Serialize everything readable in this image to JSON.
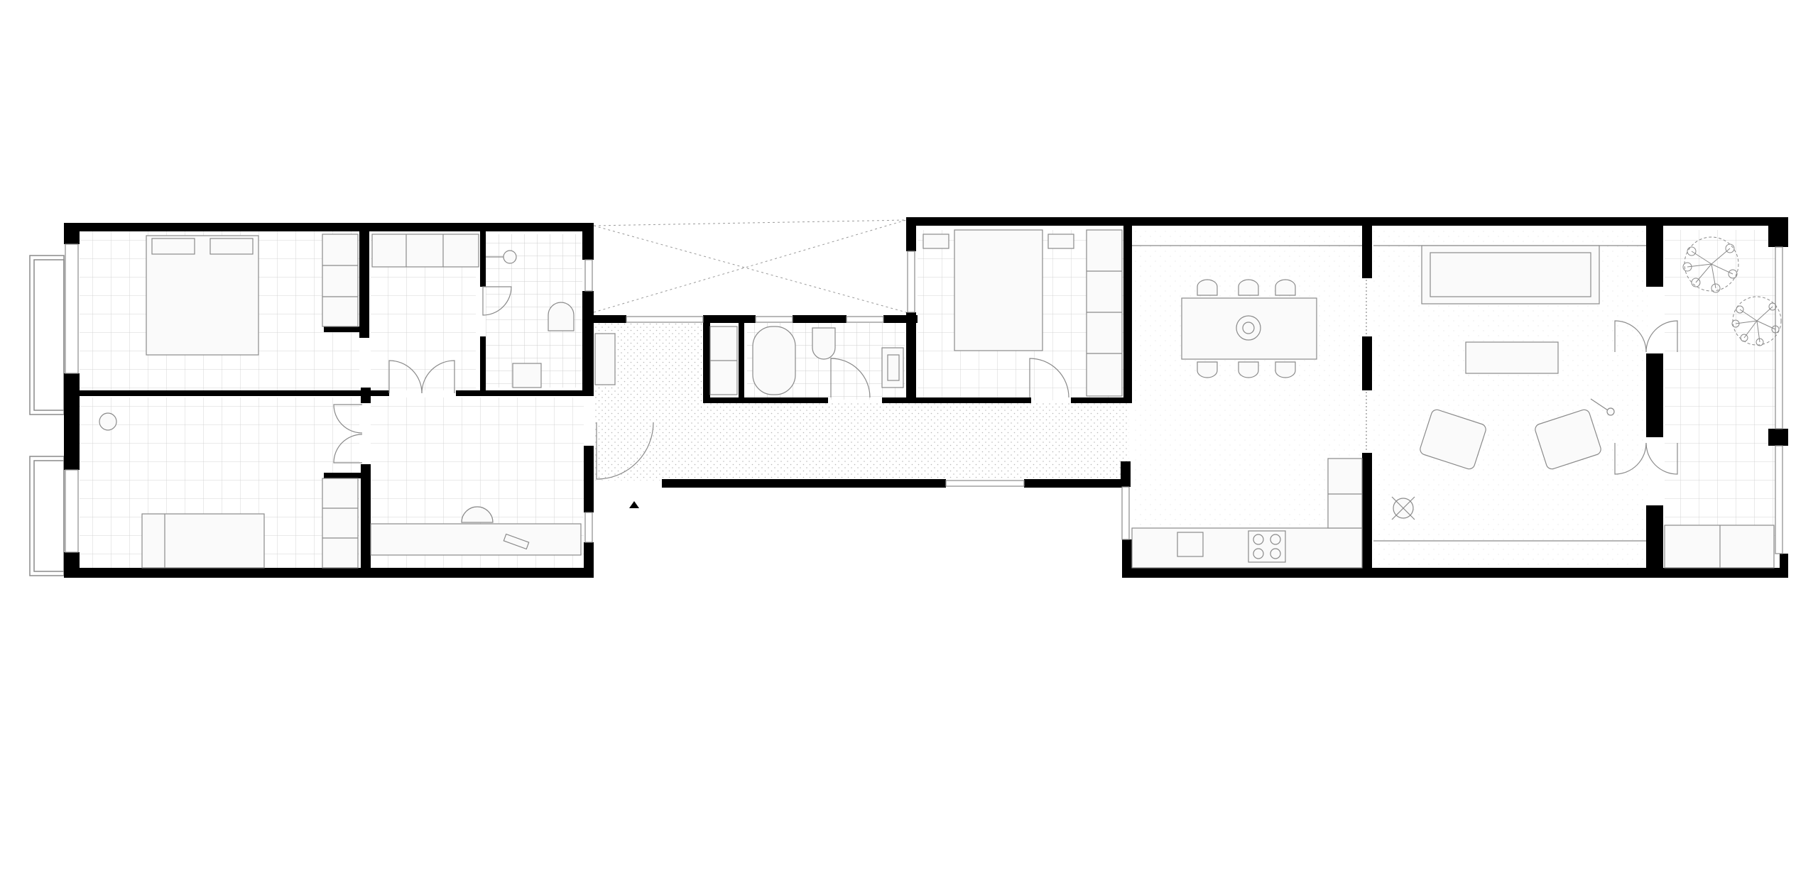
{
  "title": "",
  "colors": {
    "background": "#ffffff",
    "wall": "#000000",
    "fine_line": "#8a8a8a",
    "tile_grid": "#d4d4d4",
    "stipple": "#b8b8b8",
    "furniture_fill": "#fafafa"
  },
  "rooms": [
    "bedroom-1",
    "bedroom-2",
    "bathroom-1",
    "entry-hall",
    "bathroom-2",
    "bedroom-3",
    "dining-kitchen",
    "living-room",
    "terrace"
  ]
}
